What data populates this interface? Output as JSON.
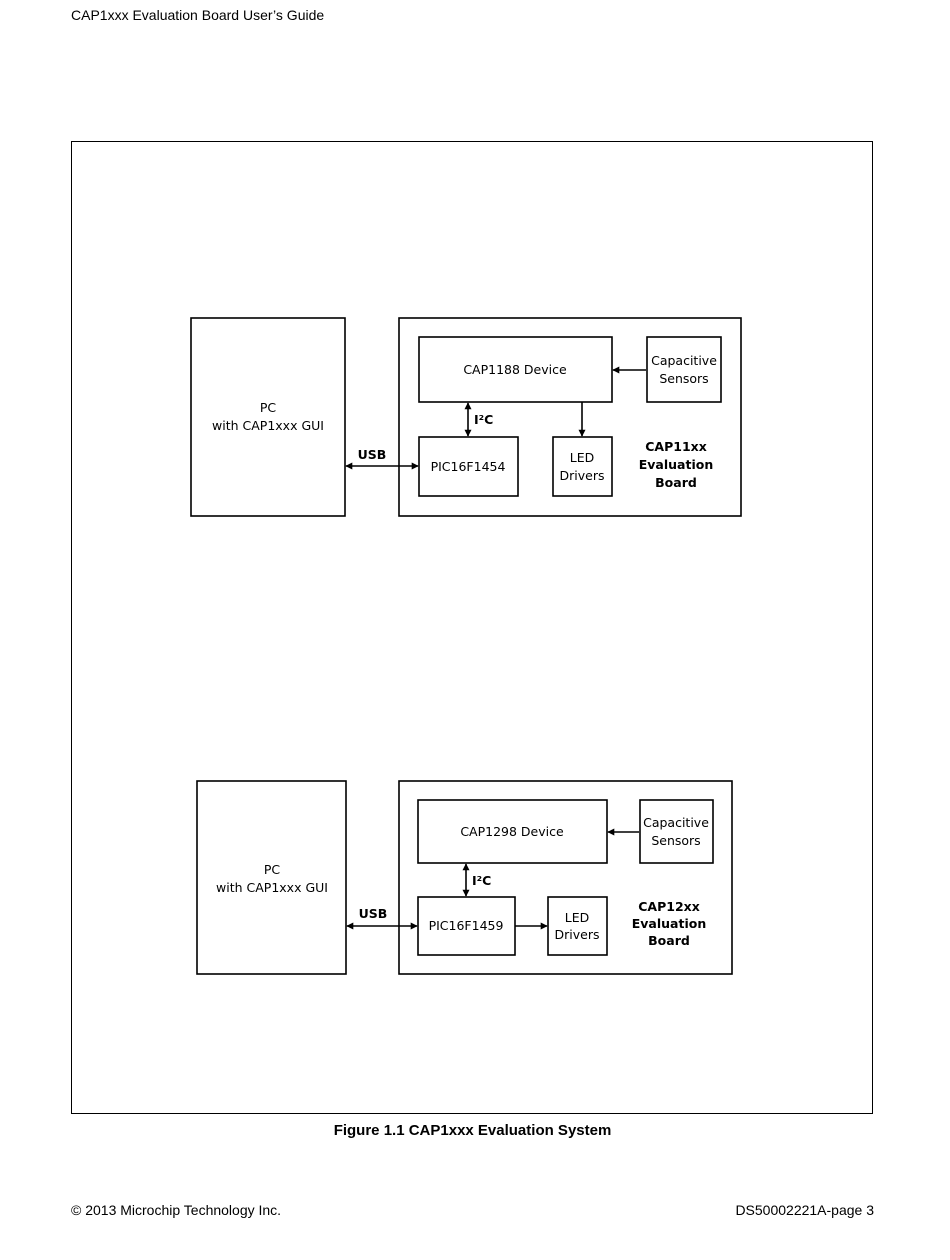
{
  "header": {
    "title": "CAP1xxx Evaluation Board User’s Guide"
  },
  "diagrams": [
    {
      "pc_line1": "PC",
      "pc_line2": "with CAP1xxx GUI",
      "usb_label": "USB",
      "i2c_label": "I²C",
      "device_label": "CAP1188 Device",
      "sensors_line1": "Capacitive",
      "sensors_line2": "Sensors",
      "mcu_label": "PIC16F1454",
      "led_line1": "LED",
      "led_line2": "Drivers",
      "board_line1": "CAP11xx",
      "board_line2": "Evaluation",
      "board_line3": "Board"
    },
    {
      "pc_line1": "PC",
      "pc_line2": "with CAP1xxx GUI",
      "usb_label": "USB",
      "i2c_label": "I²C",
      "device_label": "CAP1298 Device",
      "sensors_line1": "Capacitive",
      "sensors_line2": "Sensors",
      "mcu_label": "PIC16F1459",
      "led_line1": "LED",
      "led_line2": "Drivers",
      "board_line1": "CAP12xx",
      "board_line2": "Evaluation",
      "board_line3": "Board"
    }
  ],
  "caption": "Figure 1.1 CAP1xxx Evaluation System",
  "footer": {
    "copyright": "© 2013 Microchip Technology Inc.",
    "page": "DS50002221A-page 3"
  }
}
